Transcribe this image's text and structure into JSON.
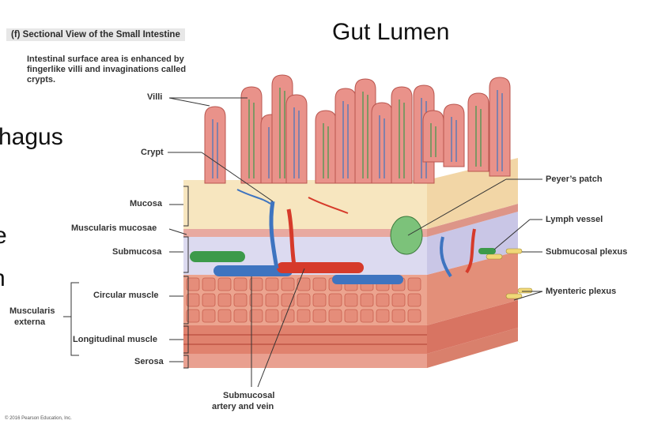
{
  "figure": {
    "caption": "(f) Sectional View of the Small Intestine",
    "intro": "Intestinal surface area is enhanced by fingerlike villi and invaginations called crypts.",
    "copyright": "© 2016 Pearson Education, Inc."
  },
  "slide_text": {
    "gut_lumen": "Gut Lumen",
    "partial_hagus": "hagus",
    "partial_e": "e",
    "partial_n": "n"
  },
  "labels": {
    "villi": "Villi",
    "crypt": "Crypt",
    "mucosa": "Mucosa",
    "muscularis_mucosae": "Muscularis mucosae",
    "submucosa": "Submucosa",
    "muscularis_externa_1": "Muscularis",
    "muscularis_externa_2": "externa",
    "circular_muscle": "Circular muscle",
    "longitudinal_muscle": "Longitudinal muscle",
    "serosa": "Serosa",
    "submucosal_artery_1": "Submucosal",
    "submucosal_artery_2": "artery and vein",
    "peyers_patch": "Peyer’s patch",
    "lymph_vessel": "Lymph vessel",
    "submucosal_plexus": "Submucosal plexus",
    "myenteric_plexus": "Myenteric plexus"
  },
  "colors": {
    "villus": "#e9928a",
    "villus_dark": "#b9564f",
    "mucosa_bg": "#f7e6bf",
    "submucosa": "#d8d6ea",
    "muscle": "#e58d7a",
    "muscle_dark": "#c8604f",
    "artery": "#d63a2a",
    "vein": "#3e74c0",
    "lymph": "#3c9a4a",
    "nerve": "#f0d878"
  }
}
